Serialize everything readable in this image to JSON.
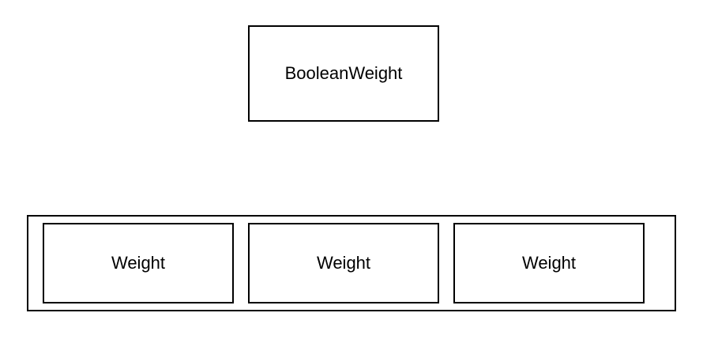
{
  "diagram": {
    "top_node": {
      "label": "BooleanWeight"
    },
    "container": {
      "children": [
        {
          "label": "Weight"
        },
        {
          "label": "Weight"
        },
        {
          "label": "Weight"
        }
      ]
    }
  },
  "colors": {
    "background": "#ffffff",
    "stroke": "#000000",
    "text": "#000000"
  }
}
